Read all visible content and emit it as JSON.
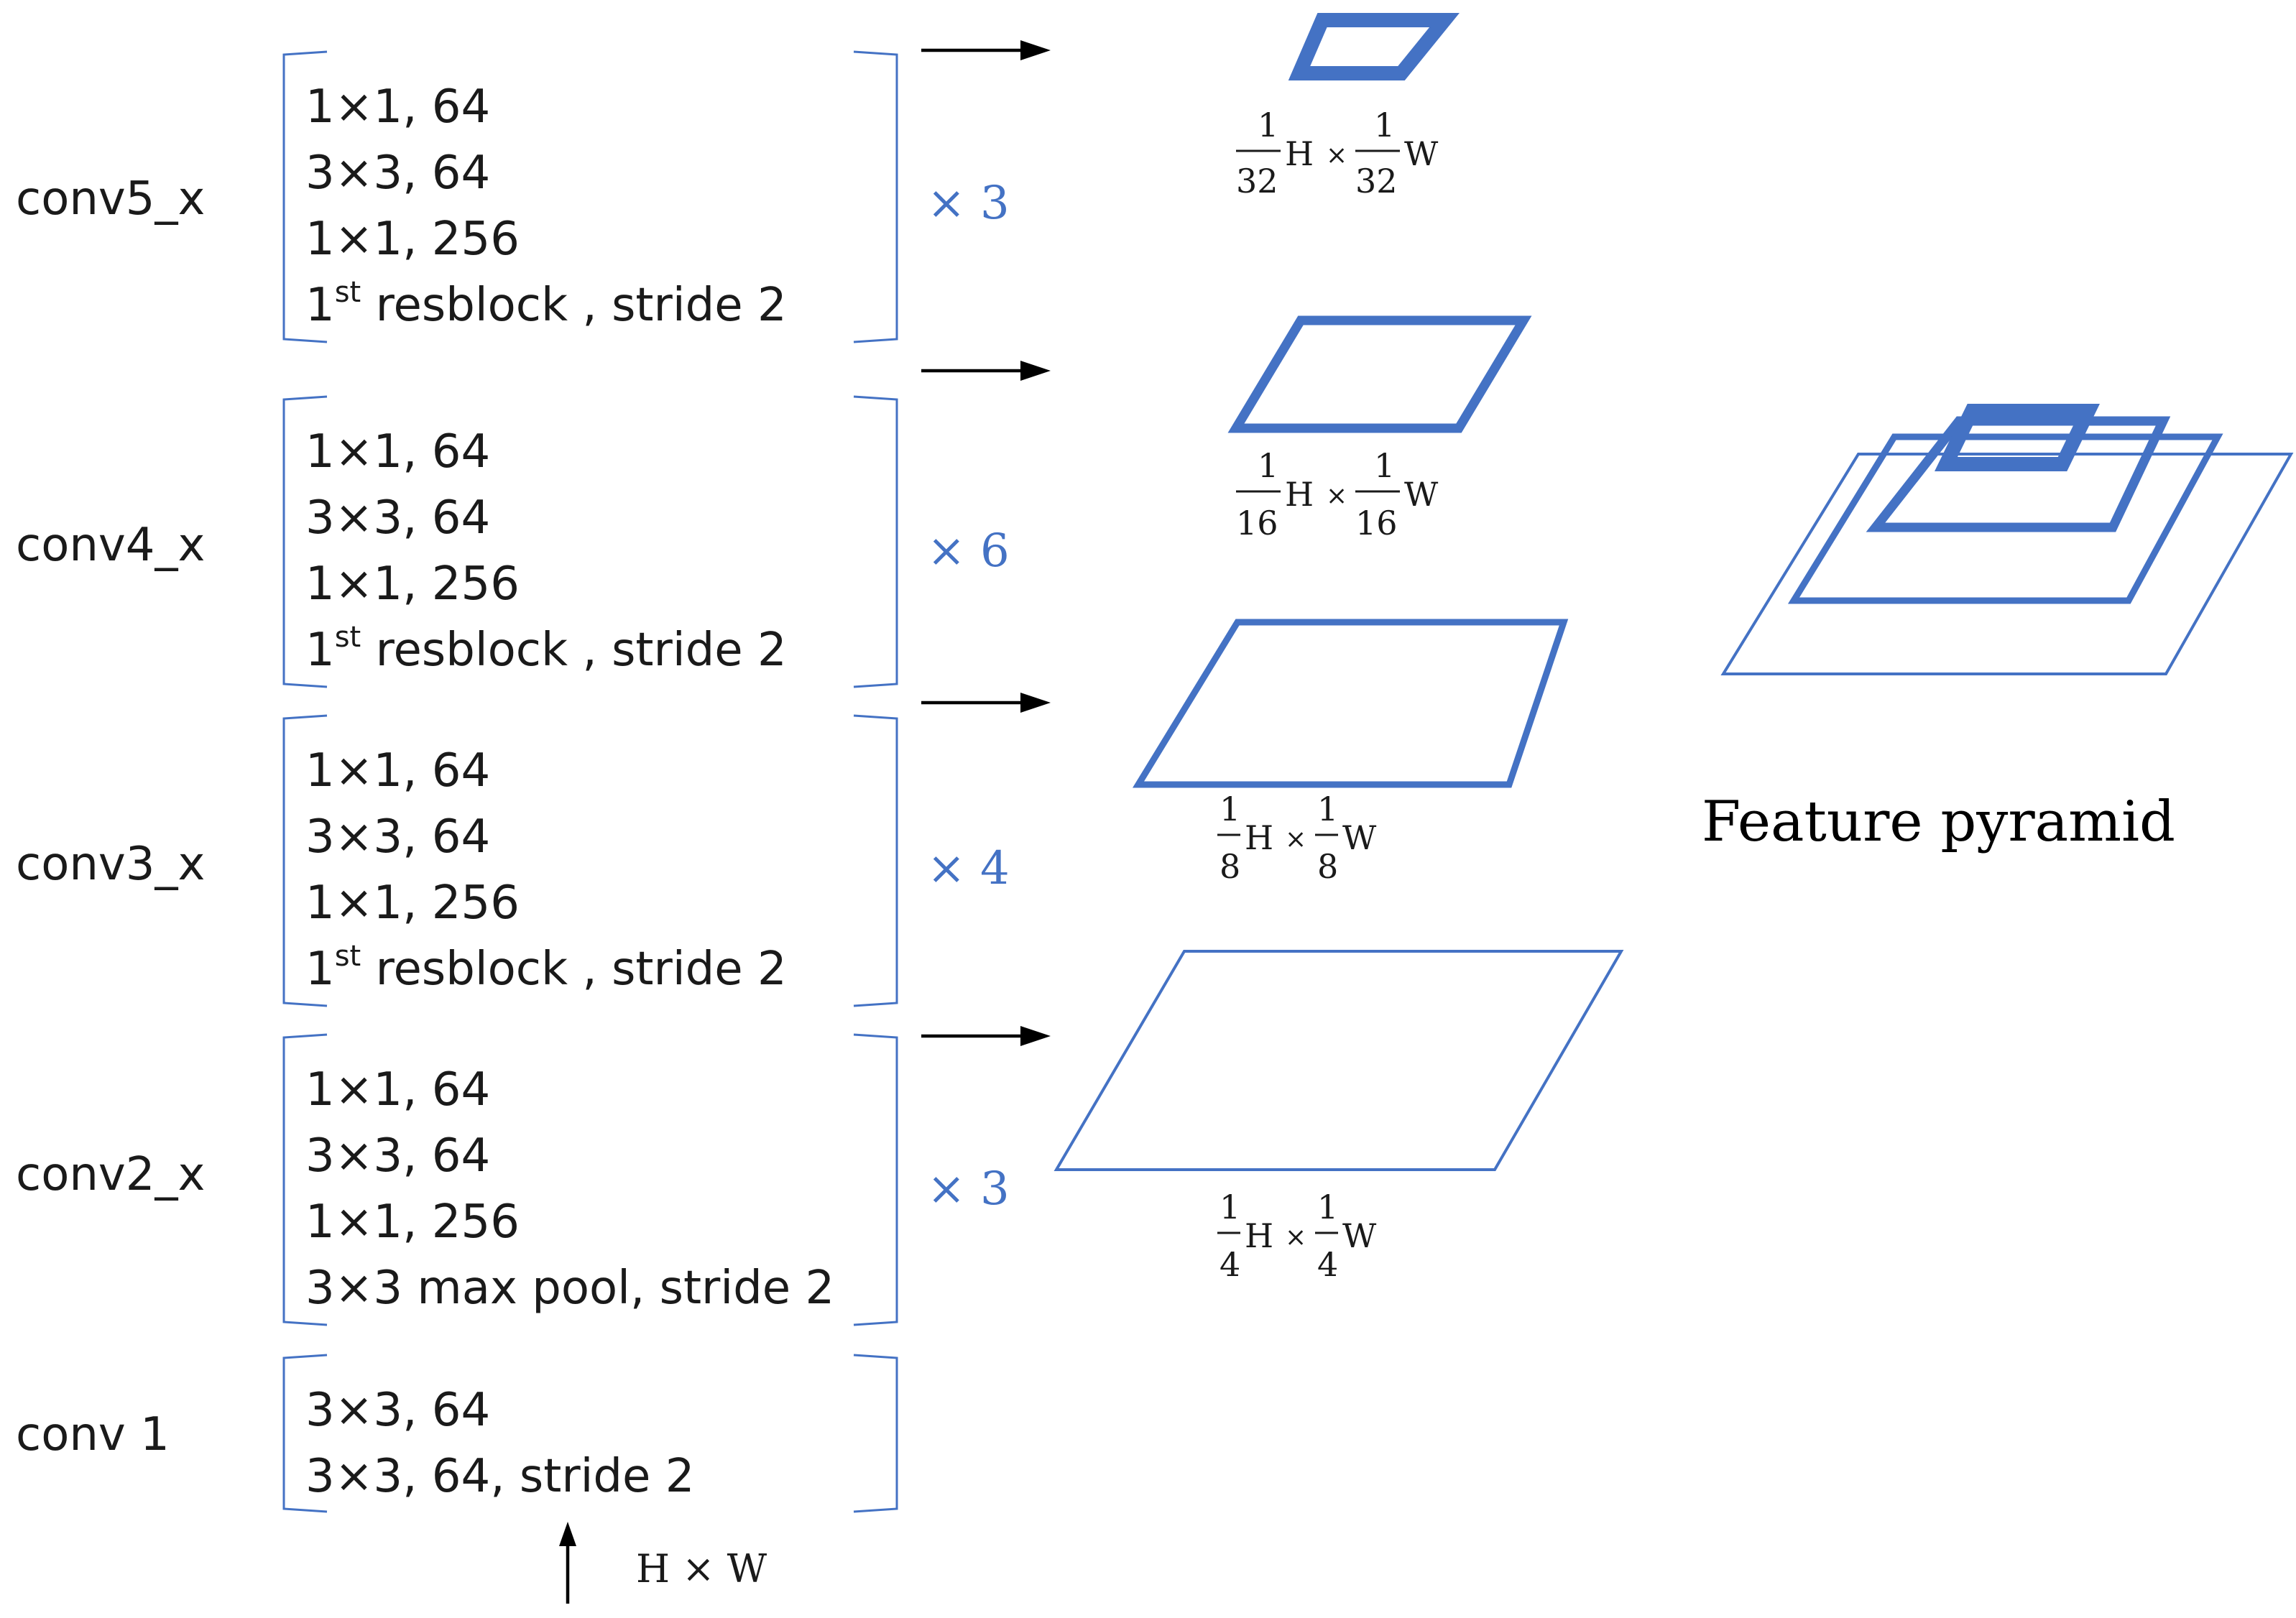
{
  "diagram": {
    "stages": [
      {
        "name": "conv5_x",
        "lines": [
          "1×1, 64",
          "3×3, 64",
          "1×1, 256"
        ],
        "last_line": {
          "pre": "1",
          "sup": "st",
          "post": " resblock , stride 2"
        },
        "repeat": "× 3"
      },
      {
        "name": "conv4_x",
        "lines": [
          "1×1, 64",
          "3×3, 64",
          "1×1, 256"
        ],
        "last_line": {
          "pre": "1",
          "sup": "st",
          "post": " resblock , stride 2"
        },
        "repeat": "× 6"
      },
      {
        "name": "conv3_x",
        "lines": [
          "1×1, 64",
          "3×3, 64",
          "1×1, 256"
        ],
        "last_line": {
          "pre": "1",
          "sup": "st",
          "post": " resblock , stride 2"
        },
        "repeat": "× 4"
      },
      {
        "name": "conv2_x",
        "lines": [
          "1×1, 64",
          "3×3, 64",
          "1×1, 256",
          "3×3 max pool, stride 2"
        ],
        "repeat": "× 3"
      },
      {
        "name": "conv 1",
        "lines": [
          "3×3, 64",
          "3×3, 64, stride 2"
        ]
      }
    ],
    "input_label": "H × W",
    "feature_levels": [
      {
        "num": "1",
        "den": "32",
        "h": "H",
        "times": "×",
        "w": "W"
      },
      {
        "num": "1",
        "den": "16",
        "h": "H",
        "times": "×",
        "w": "W"
      },
      {
        "num": "1",
        "den": "8",
        "h": "H",
        "times": "×",
        "w": "W"
      },
      {
        "num": "1",
        "den": "4",
        "h": "H",
        "times": "×",
        "w": "W"
      }
    ],
    "pyramid_title": "Feature pyramid",
    "colors": {
      "accent": "#4472c4",
      "text": "#1a1a1a",
      "arrow": "#000000"
    }
  }
}
